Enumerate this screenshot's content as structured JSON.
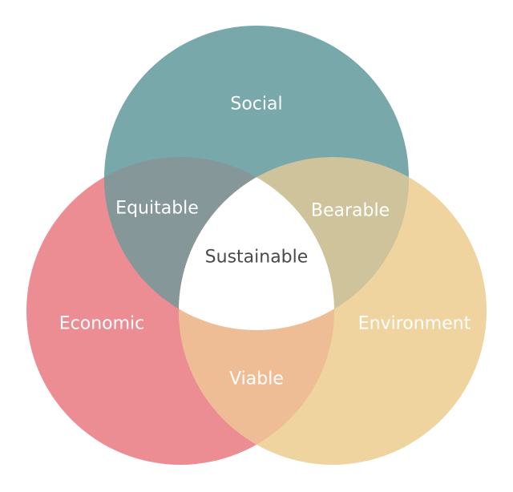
{
  "diagram": {
    "sets": {
      "social": {
        "label": "Social",
        "color": "#78a8aa"
      },
      "economic": {
        "label": "Economic",
        "color": "#ec8d94"
      },
      "environment": {
        "label": "Environment",
        "color": "#efd49f"
      }
    },
    "intersections": {
      "equitable": {
        "label": "Equitable",
        "color": "#86979a"
      },
      "bearable": {
        "label": "Bearable",
        "color": "#cfc39b"
      },
      "viable": {
        "label": "Viable",
        "color": "#eebd96"
      },
      "sustainable": {
        "label": "Sustainable",
        "color": "#ffffff"
      }
    }
  }
}
